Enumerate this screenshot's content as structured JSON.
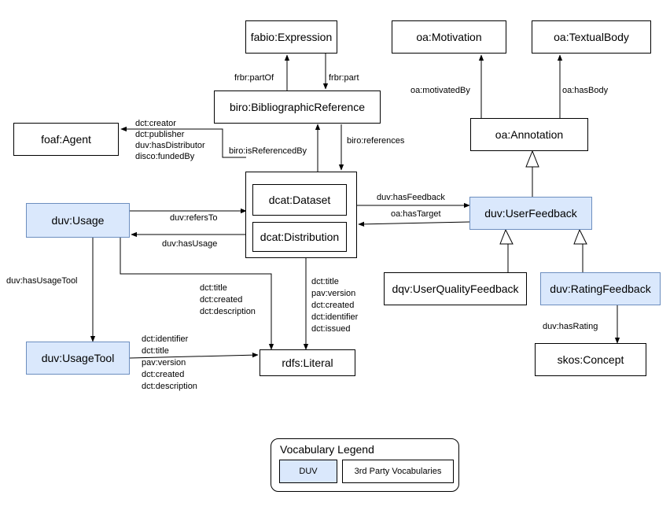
{
  "nodes": {
    "fabio_expression": "fabio:Expression",
    "oa_motivation": "oa:Motivation",
    "oa_textualbody": "oa:TextualBody",
    "biro_bibref": "biro:BibliographicReference",
    "foaf_agent": "foaf:Agent",
    "oa_annotation": "oa:Annotation",
    "dcat_dataset": "dcat:Dataset",
    "dcat_distribution": "dcat:Distribution",
    "duv_usage": "duv:Usage",
    "duv_userfeedback": "duv:UserFeedback",
    "dqv_userqualityfeedback": "dqv:UserQualityFeedback",
    "duv_ratingfeedback": "duv:RatingFeedback",
    "duv_usagetool": "duv:UsageTool",
    "rdfs_literal": "rdfs:Literal",
    "skos_concept": "skos:Concept"
  },
  "edges": {
    "frbr_partof": "frbr:partOf",
    "frbr_part": "frbr:part",
    "oa_motivatedby": "oa:motivatedBy",
    "oa_hasbody": "oa:hasBody",
    "agent_props": [
      "dct:creator",
      "dct:publisher",
      "duv:hasDistributor",
      "disco:fundedBy"
    ],
    "biro_isreferencedby": "biro:isReferencedBy",
    "biro_references": "biro:references",
    "duv_hasfeedback": "duv:hasFeedback",
    "oa_hastarget": "oa:hasTarget",
    "duv_refersto": "duv:refersTo",
    "duv_hasusage": "duv:hasUsage",
    "duv_hasusagetool": "duv:hasUsageTool",
    "usage_literal_props": [
      "dct:title",
      "dct:created",
      "dct:description"
    ],
    "dataset_literal_props": [
      "dct:title",
      "pav:version",
      "dct:created",
      "dct:identifier",
      "dct:issued"
    ],
    "tool_literal_props": [
      "dct:identifier",
      "dct:title",
      "pav:version",
      "dct:created",
      "dct:description"
    ],
    "duv_hasrating": "duv:hasRating"
  },
  "legend": {
    "title": "Vocabulary Legend",
    "duv": "DUV",
    "third_party": "3rd Party Vocabularies"
  },
  "colors": {
    "duv_fill": "#dae8fc",
    "duv_stroke": "#6c8ebf",
    "line": "#000000"
  }
}
